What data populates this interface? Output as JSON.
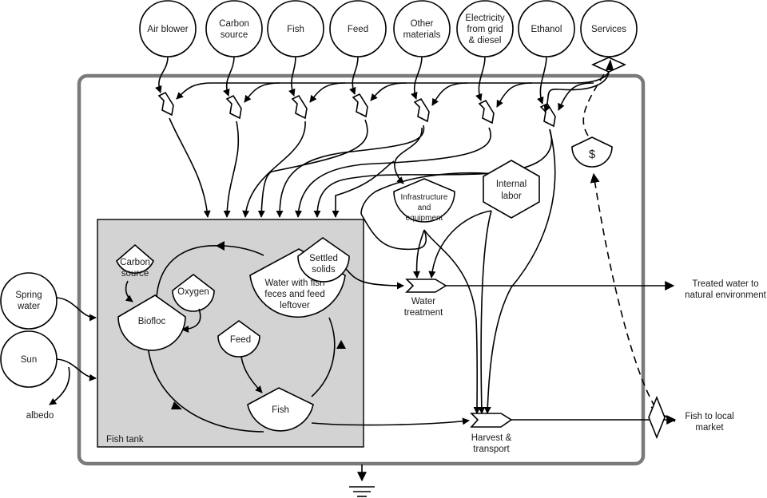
{
  "diagram": {
    "type": "emergy-systems-diagram",
    "sources_top": [
      {
        "id": "air-blower",
        "label": [
          "Air blower"
        ]
      },
      {
        "id": "carbon-source",
        "label": [
          "Carbon",
          "source"
        ]
      },
      {
        "id": "fish",
        "label": [
          "Fish"
        ]
      },
      {
        "id": "feed",
        "label": [
          "Feed"
        ]
      },
      {
        "id": "other-materials",
        "label": [
          "Other",
          "materials"
        ]
      },
      {
        "id": "electricity",
        "label": [
          "Electricity",
          "from grid",
          "& diesel"
        ]
      },
      {
        "id": "ethanol",
        "label": [
          "Ethanol"
        ]
      },
      {
        "id": "services",
        "label": [
          "Services"
        ]
      }
    ],
    "sources_left": [
      {
        "id": "spring-water",
        "label": [
          "Spring",
          "water"
        ]
      },
      {
        "id": "sun",
        "label": [
          "Sun"
        ]
      }
    ],
    "albedo_label": "albedo",
    "storages_outside": {
      "infrastructure": [
        "Infrastructure",
        "and",
        "equipment"
      ],
      "money": "$"
    },
    "internal_labor": [
      "Internal",
      "labor"
    ],
    "fish_tank": {
      "label": "Fish tank",
      "carbon_source": [
        "Carbon",
        "source"
      ],
      "oxygen": "Oxygen",
      "biofloc": "Biofloc",
      "feed": "Feed",
      "fish": "Fish",
      "water": [
        "Water with fish",
        "feces and feed",
        "leftover"
      ],
      "settled_solids": [
        "Settled",
        "solids"
      ]
    },
    "processes": {
      "water_treatment": [
        "Water",
        "treatment"
      ],
      "harvest": [
        "Harvest &",
        "transport"
      ]
    },
    "outputs": {
      "treated_water": [
        "Treated water to",
        "natural environment"
      ],
      "fish_market": [
        "Fish to local",
        "market"
      ]
    },
    "colors": {
      "tank_fill": "#d3d3d3",
      "boundary": "#7a7a7a"
    }
  }
}
